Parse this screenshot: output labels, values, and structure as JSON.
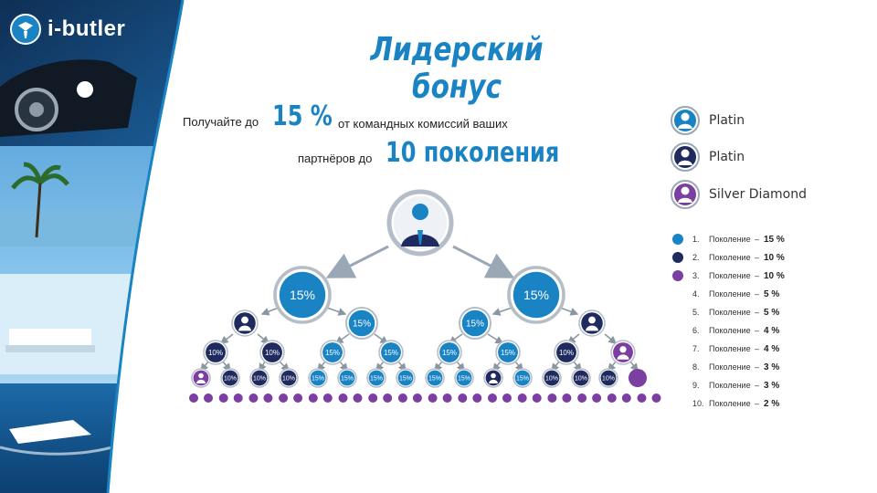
{
  "logo": {
    "text": "i-butler"
  },
  "title": "Лидерский бонус",
  "intro": {
    "part1": "Получайте до",
    "percent": "15 %",
    "part2": "от командных комиссий ваших",
    "part3": "партнёров до",
    "generations": "10 поколения"
  },
  "ranks": [
    {
      "label": "Platin",
      "color": "#1a83c4"
    },
    {
      "label": "Platin",
      "color": "#1f2a5e"
    },
    {
      "label": "Silver Diamond",
      "color": "#7a3fa0"
    }
  ],
  "generations": [
    {
      "num": "1.",
      "word": "Поколение",
      "dash": "–",
      "pct": "15 %",
      "color": "#1a83c4"
    },
    {
      "num": "2.",
      "word": "Поколение",
      "dash": "–",
      "pct": "10 %",
      "color": "#1f2a5e"
    },
    {
      "num": "3.",
      "word": "Поколение",
      "dash": "–",
      "pct": "10 %",
      "color": "#7a3fa0"
    },
    {
      "num": "4.",
      "word": "Поколение",
      "dash": "–",
      "pct": "5 %"
    },
    {
      "num": "5.",
      "word": "Поколение",
      "dash": "–",
      "pct": "5 %"
    },
    {
      "num": "6.",
      "word": "Поколение",
      "dash": "–",
      "pct": "4 %"
    },
    {
      "num": "7.",
      "word": "Поколение",
      "dash": "–",
      "pct": "4 %"
    },
    {
      "num": "8.",
      "word": "Поколение",
      "dash": "–",
      "pct": "3 %"
    },
    {
      "num": "9.",
      "word": "Поколение",
      "dash": "–",
      "pct": "3 %"
    },
    {
      "num": "10.",
      "word": "Поколение",
      "dash": "–",
      "pct": "2 %"
    }
  ],
  "tree": {
    "level1": [
      "15%",
      "15%"
    ],
    "level2": [
      "15%",
      "15%"
    ],
    "level3": [
      "10%",
      "10%",
      "15%",
      "15%",
      "15%",
      "15%",
      "10%"
    ],
    "level4": [
      "10%",
      "10%",
      "10%",
      "15%",
      "15%",
      "15%",
      "15%",
      "15%",
      "15%",
      "15%",
      "10%",
      "10%",
      "10%"
    ]
  },
  "colors": {
    "accent": "#1a83c4",
    "navy": "#1f2a5e",
    "purple": "#7a3fa0"
  }
}
